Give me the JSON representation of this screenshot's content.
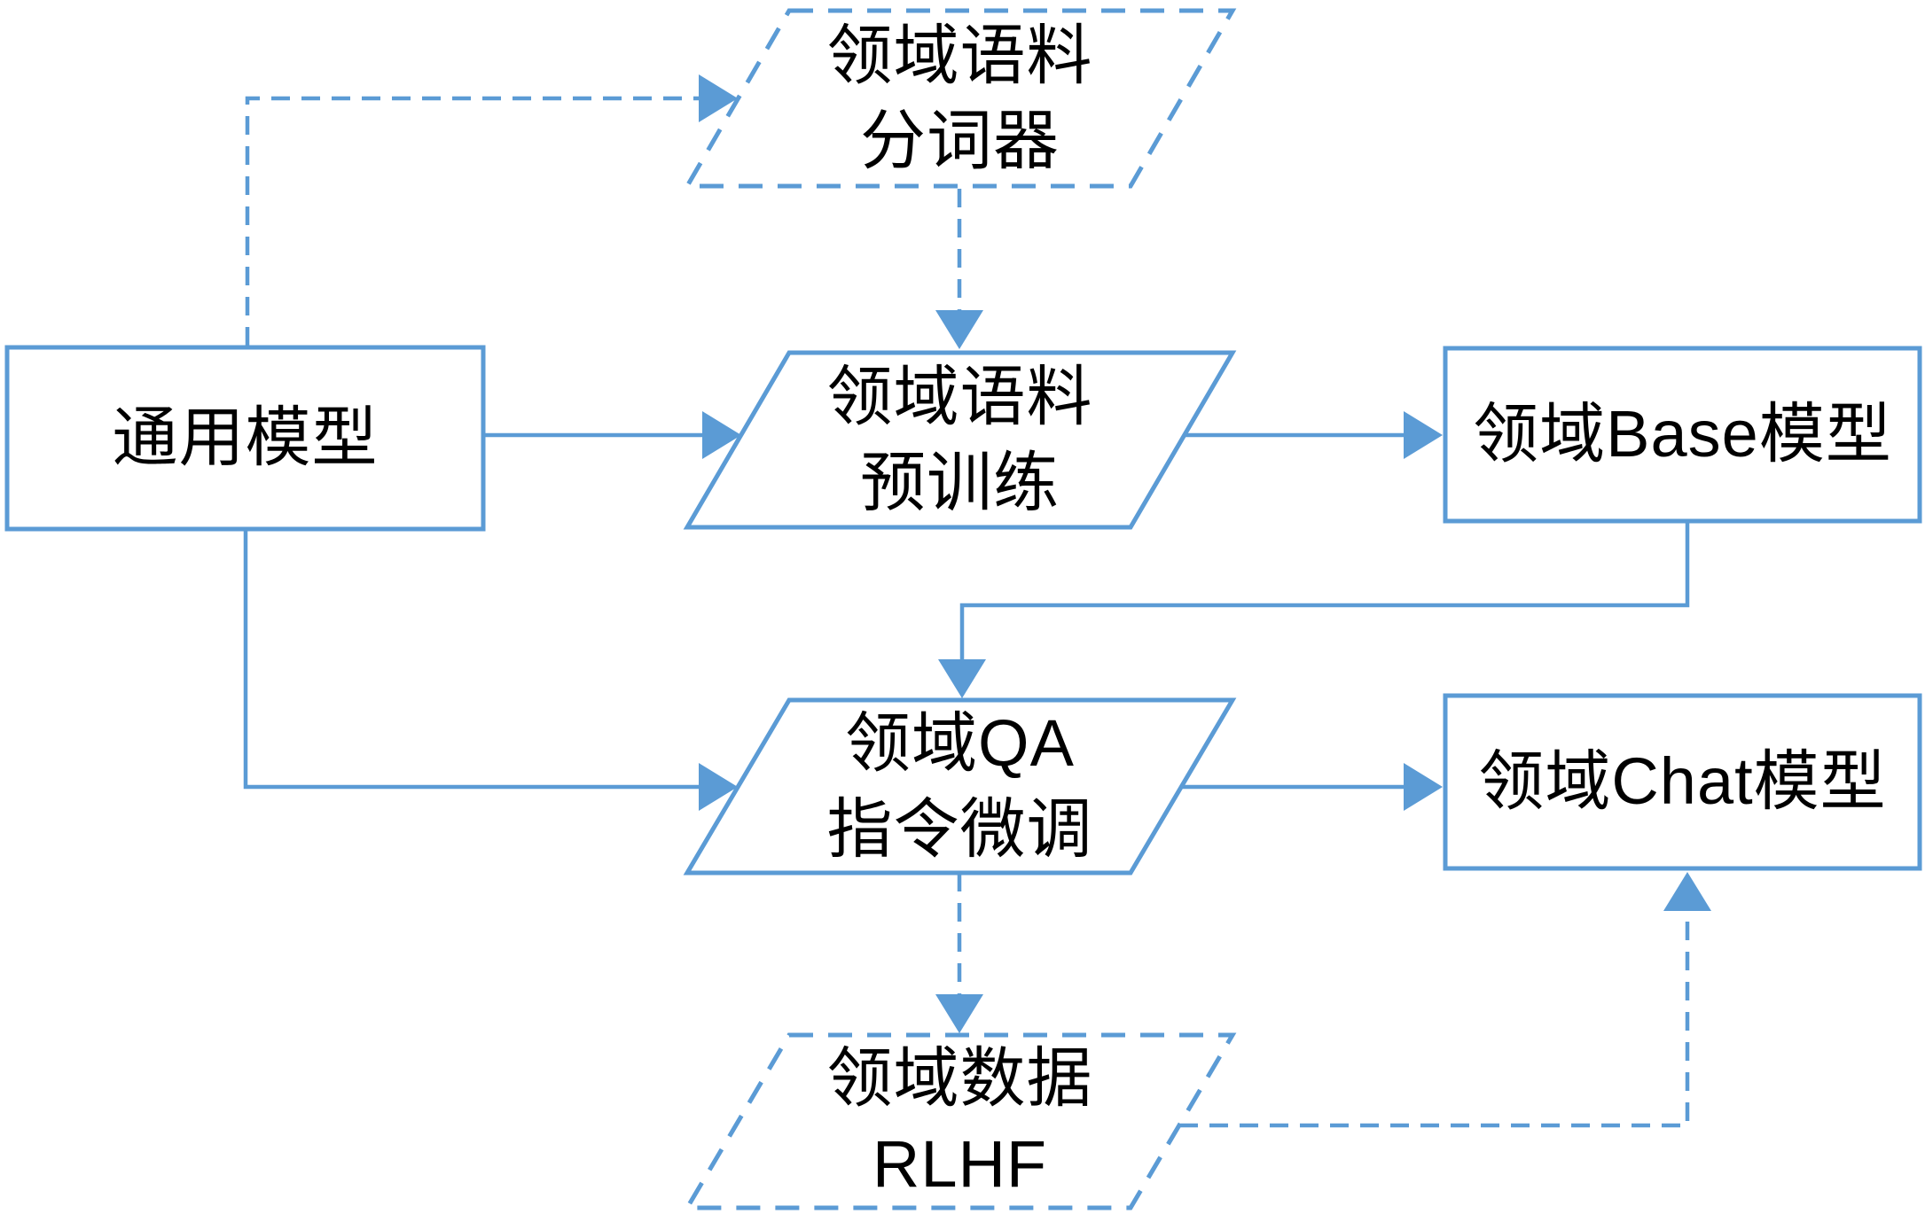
{
  "diagram": {
    "description": "Domain LLM training pipeline flowchart",
    "colors": {
      "stroke": "#5B9BD5",
      "text": "#000000",
      "background": "#FFFFFF"
    },
    "nodes": [
      {
        "id": "general-model",
        "shape": "rectangle",
        "border": "solid",
        "lines": [
          "通用模型"
        ]
      },
      {
        "id": "domain-tokenizer",
        "shape": "parallelogram",
        "border": "dashed",
        "lines": [
          "领域语料",
          "分词器"
        ]
      },
      {
        "id": "domain-pretrain",
        "shape": "parallelogram",
        "border": "solid",
        "lines": [
          "领域语料",
          "预训练"
        ]
      },
      {
        "id": "domain-base-model",
        "shape": "rectangle",
        "border": "solid",
        "lines": [
          "领域Base模型"
        ]
      },
      {
        "id": "domain-qa-finetune",
        "shape": "parallelogram",
        "border": "solid",
        "lines": [
          "领域QA",
          "指令微调"
        ]
      },
      {
        "id": "domain-chat-model",
        "shape": "rectangle",
        "border": "solid",
        "lines": [
          "领域Chat模型"
        ]
      },
      {
        "id": "domain-rlhf",
        "shape": "parallelogram",
        "border": "dashed",
        "lines": [
          "领域数据",
          "RLHF"
        ]
      }
    ],
    "edges": [
      {
        "from": "general-model",
        "to": "domain-tokenizer",
        "style": "dashed"
      },
      {
        "from": "domain-tokenizer",
        "to": "domain-pretrain",
        "style": "dashed"
      },
      {
        "from": "general-model",
        "to": "domain-pretrain",
        "style": "solid"
      },
      {
        "from": "domain-pretrain",
        "to": "domain-base-model",
        "style": "solid"
      },
      {
        "from": "domain-base-model",
        "to": "domain-qa-finetune",
        "style": "solid"
      },
      {
        "from": "general-model",
        "to": "domain-qa-finetune",
        "style": "solid"
      },
      {
        "from": "domain-qa-finetune",
        "to": "domain-chat-model",
        "style": "solid"
      },
      {
        "from": "domain-qa-finetune",
        "to": "domain-rlhf",
        "style": "dashed"
      },
      {
        "from": "domain-rlhf",
        "to": "domain-chat-model",
        "style": "dashed"
      }
    ]
  }
}
